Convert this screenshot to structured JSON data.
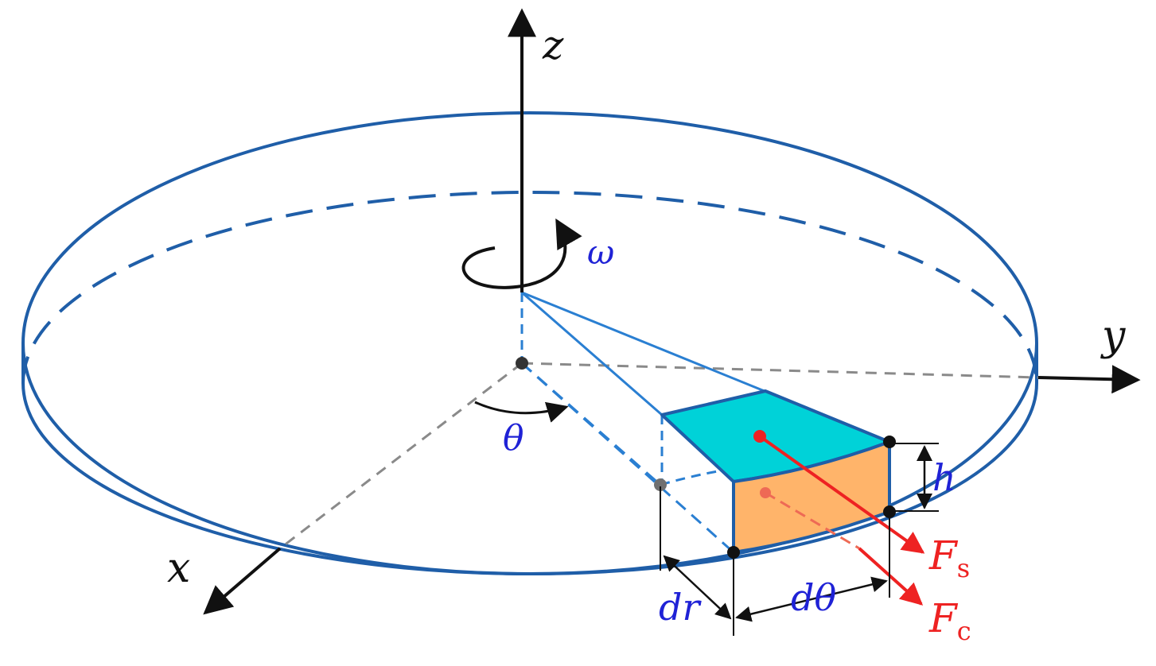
{
  "labels": {
    "z_axis": "z",
    "y_axis": "y",
    "x_axis": "x",
    "omega": "ω",
    "theta": "θ",
    "height": "h",
    "dr": "dr",
    "dtheta": "dθ",
    "force_s_main": "F",
    "force_s_sub": "s",
    "force_c_main": "F",
    "force_c_sub": "c"
  },
  "colors": {
    "disk_outline": "#1f5ea8",
    "element_top": "#00d2d8",
    "element_side": "#ffb46a",
    "axis": "#111111",
    "dashed_axis": "#8a8a8a",
    "label_blue": "#1f22d6",
    "force_red": "#ee2222"
  }
}
